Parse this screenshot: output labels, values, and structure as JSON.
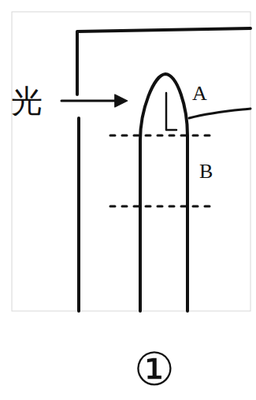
{
  "diagram": {
    "labels": [
      "光",
      "A",
      "B",
      "①"
    ]
  }
}
